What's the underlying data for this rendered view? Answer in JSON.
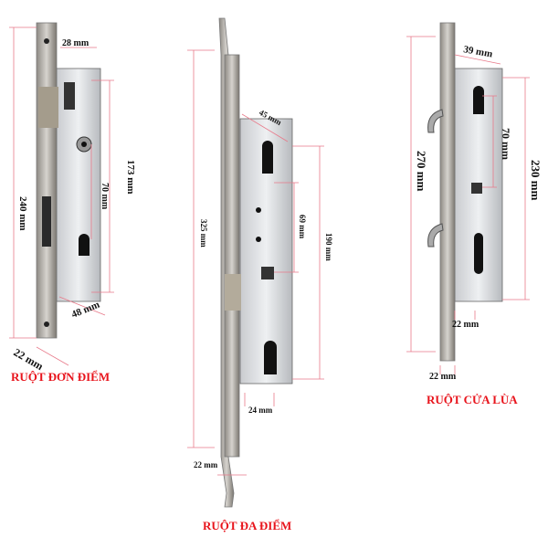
{
  "locks": [
    {
      "caption": "RUỘT ĐƠN ĐIỂM",
      "dims": {
        "total_height": "240 mm",
        "body_height": "173 mm",
        "center_distance": "70 mm",
        "backset": "48 mm",
        "faceplate_width": "22 mm",
        "top_offset": "28 mm"
      }
    },
    {
      "caption": "RUỘT ĐA ĐIỂM",
      "dims": {
        "total_height": "325 mm",
        "body_height": "190 mm",
        "center_distance": "69 mm",
        "backset": "45 mm",
        "bottom_width": "24 mm",
        "faceplate_width": "22 mm"
      }
    },
    {
      "caption": "RUỘT CỬA LÙA",
      "dims": {
        "total_height": "270 mm",
        "body_height": "230 mm",
        "center_distance": "70 mm",
        "backset": "39 mm",
        "body_width": "22 mm",
        "faceplate_width": "22 mm"
      }
    }
  ]
}
